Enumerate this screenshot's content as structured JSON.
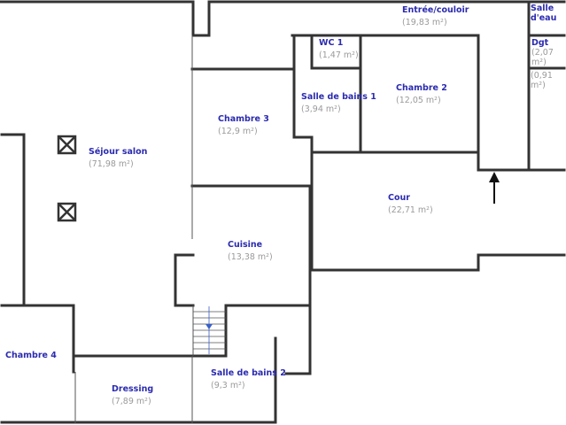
{
  "plan": {
    "colors": {
      "wall": "#333333",
      "label": "#2b2bb0",
      "area": "#9a9a9a"
    },
    "rooms": [
      {
        "name": "Séjour salon",
        "area": "(71,98 m²)"
      },
      {
        "name": "Chambre 3",
        "area": "(12,9 m²)"
      },
      {
        "name": "Entrée/couloir",
        "area": "(19,83 m²)"
      },
      {
        "name": "WC 1",
        "area": "(1,47 m²)"
      },
      {
        "name": "Salle de bains 1",
        "area": "(3,94 m²)"
      },
      {
        "name": "Chambre 2",
        "area": "(12,05 m²)"
      },
      {
        "name": "Salle d'eau",
        "area": "(0,91 m²)"
      },
      {
        "name": "Dgt",
        "area": "(2,07 m²)"
      },
      {
        "name": "Cour",
        "area": "(22,71 m²)"
      },
      {
        "name": "Cuisine",
        "area": "(13,38 m²)"
      },
      {
        "name": "Salle de bains 2",
        "area": "(9,3 m²)"
      },
      {
        "name": "Dressing",
        "area": "(7,89 m²)"
      },
      {
        "name": "Chambre 4"
      }
    ],
    "icons": [
      "fireplace-icon",
      "entrance-arrow-icon",
      "stairs-icon"
    ]
  }
}
